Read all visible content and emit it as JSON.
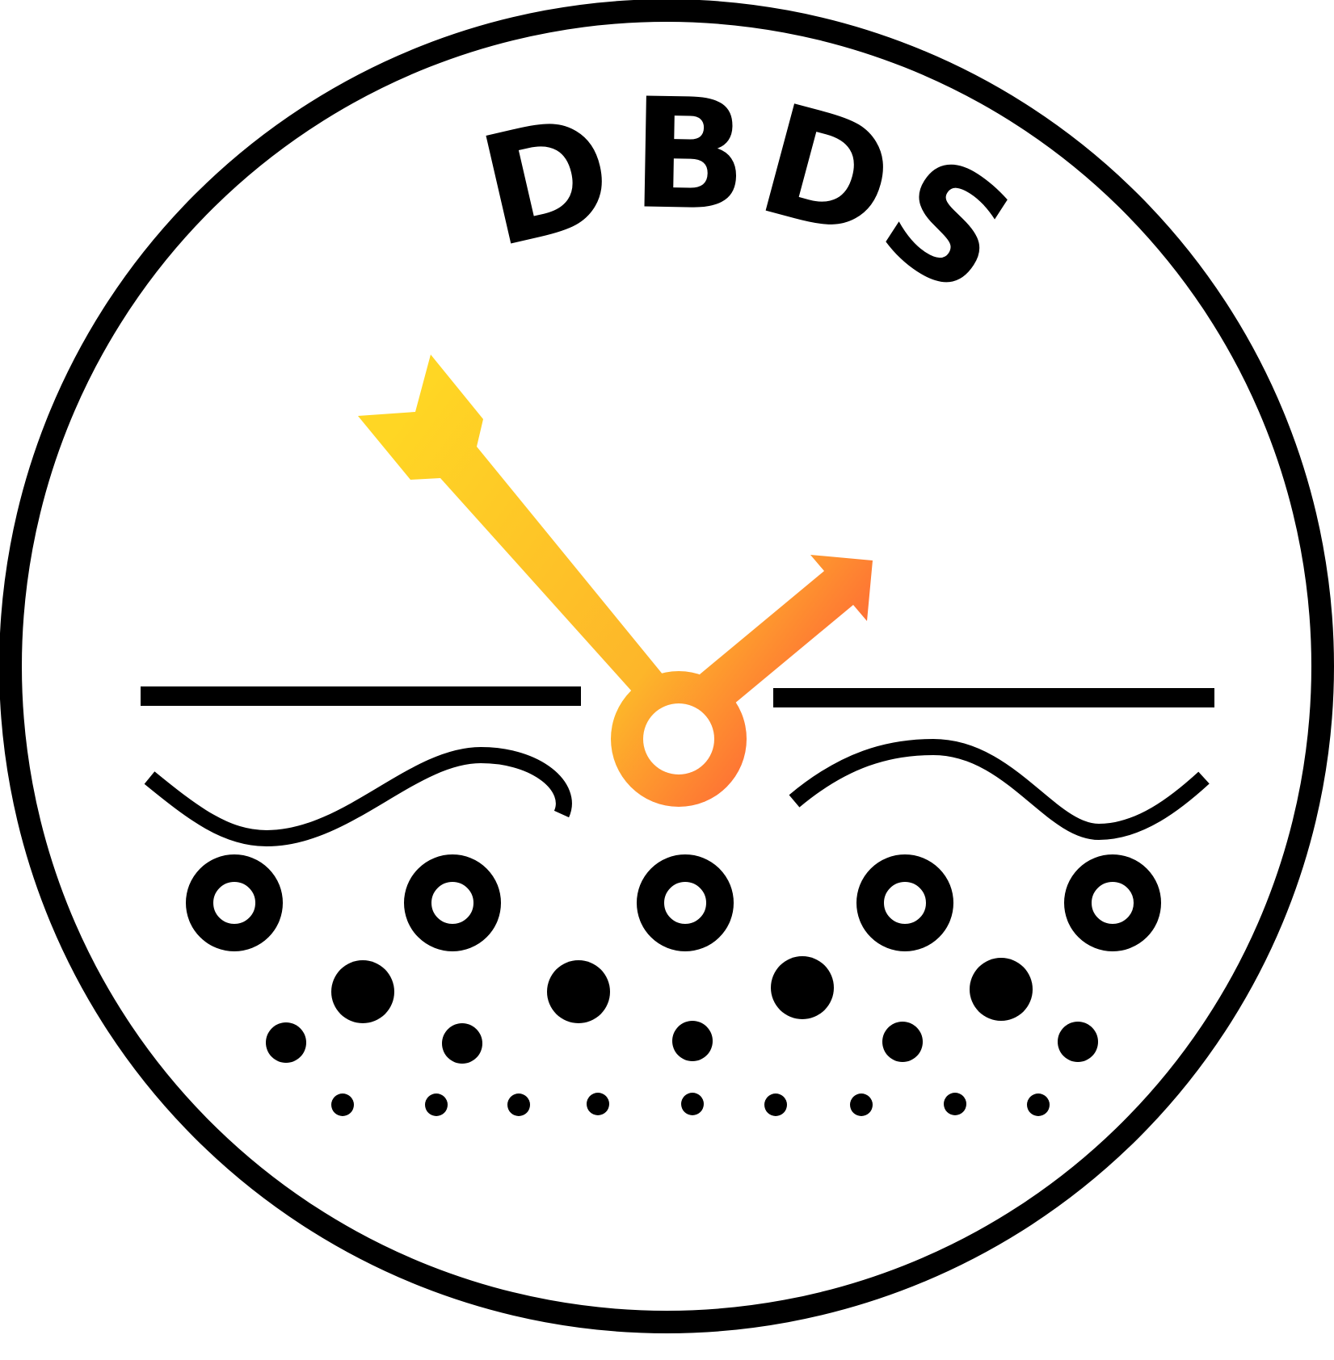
{
  "logo": {
    "letters": [
      "D",
      "B",
      "D",
      "S"
    ],
    "colors": {
      "ink": "#000000",
      "background": "#ffffff",
      "gradient_start": "#FFD624",
      "gradient_mid": "#FDB62A",
      "gradient_end": "#FF4A3A"
    },
    "icons": {
      "scatter": "arrow-icon",
      "particles": "particle-icon",
      "surface": "surface-line"
    }
  }
}
